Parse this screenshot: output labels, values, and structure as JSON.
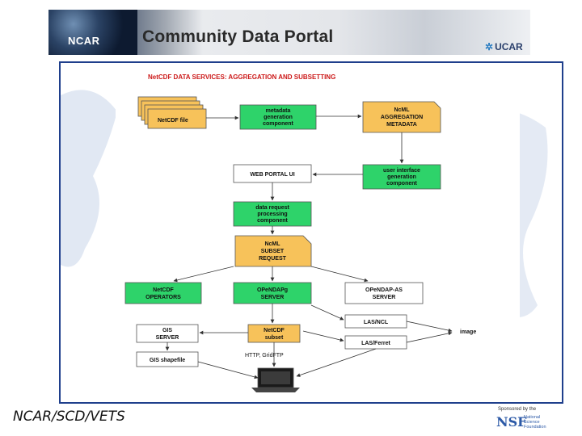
{
  "header": {
    "org_logo": "NCAR",
    "title": "Community Data Portal",
    "partner_logo": "UCAR"
  },
  "diagram": {
    "title": "NetCDF DATA SERVICES: AGGREGATION AND SUBSETTING",
    "nodes": {
      "netcdf_file": "NetCDF file",
      "metadata_gen": [
        "metadata",
        "generation",
        "component"
      ],
      "ncml_aggregation": [
        "NcML",
        "AGGREGATION",
        "METADATA"
      ],
      "web_portal_ui": "WEB PORTAL UI",
      "ui_gen": [
        "user interface",
        "generation",
        "component"
      ],
      "data_request": [
        "data request",
        "processing",
        "component"
      ],
      "ncml_subset": [
        "NcML",
        "SUBSET",
        "REQUEST"
      ],
      "netcdf_operators": [
        "NetCDF",
        "OPERATORS"
      ],
      "opendap_server": [
        "OPeNDAPg",
        "SERVER"
      ],
      "opendap_as_server": [
        "OPeNDAP-AS",
        "SERVER"
      ],
      "gis_server": [
        "GIS",
        "SERVER"
      ],
      "netcdf_subset": [
        "NetCDF",
        "subset"
      ],
      "las_ncl": "LAS/NCL",
      "las_ferret": "LAS/Ferret",
      "image": "image",
      "gis_shapefile": "GIS shapefile",
      "http_label": "HTTP, GridFTP"
    },
    "colors": {
      "orange": "#f7c25a",
      "green": "#2ed36a",
      "white": "#ffffff",
      "panel_border": "#1f3f8c",
      "title_red": "#cc1a1a"
    }
  },
  "footer": {
    "left_text": "NCAR/SCD/VETS",
    "sponsor_text": "Sponsored by the",
    "sponsor_mark": "NSF",
    "sponsor_name": [
      "National",
      "Science",
      "Foundation"
    ]
  }
}
